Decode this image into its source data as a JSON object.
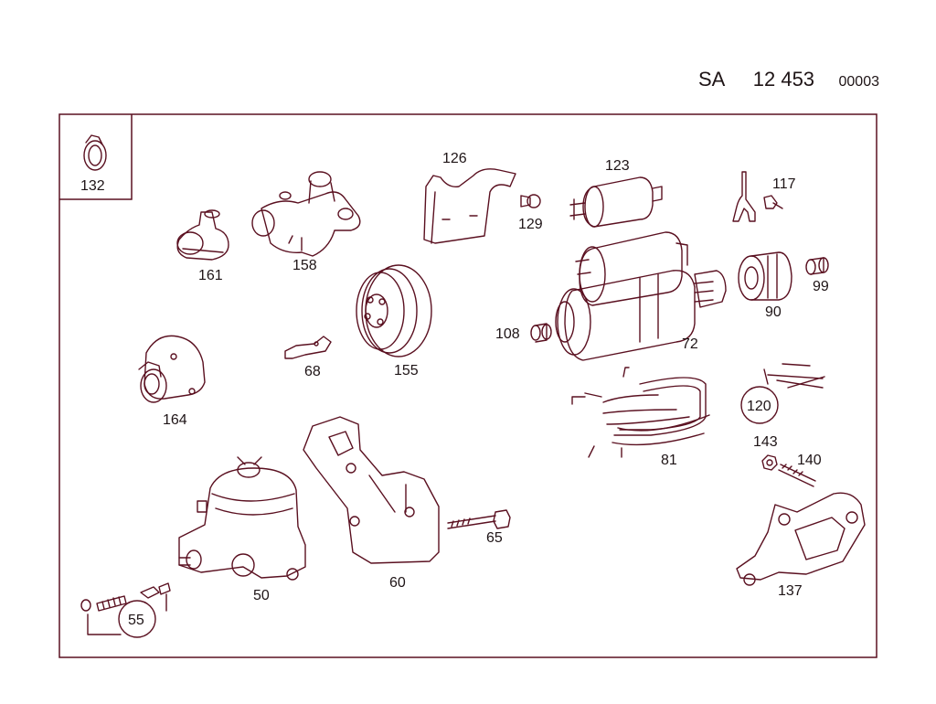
{
  "header": {
    "prefix": "SA",
    "number": "12 453",
    "sheet": "00003"
  },
  "inset_label": "132",
  "parts": {
    "p50": "50",
    "p55": "55",
    "p60": "60",
    "p65": "65",
    "p68": "68",
    "p72": "72",
    "p81": "81",
    "p90": "90",
    "p99": "99",
    "p108": "108",
    "p117": "117",
    "p120": "120",
    "p123": "123",
    "p126": "126",
    "p129": "129",
    "p137": "137",
    "p140": "140",
    "p143": "143",
    "p155": "155",
    "p158": "158",
    "p161": "161",
    "p164": "164"
  },
  "colors": {
    "line": "#5a1020",
    "text": "#1e1416",
    "background": "#ffffff"
  }
}
